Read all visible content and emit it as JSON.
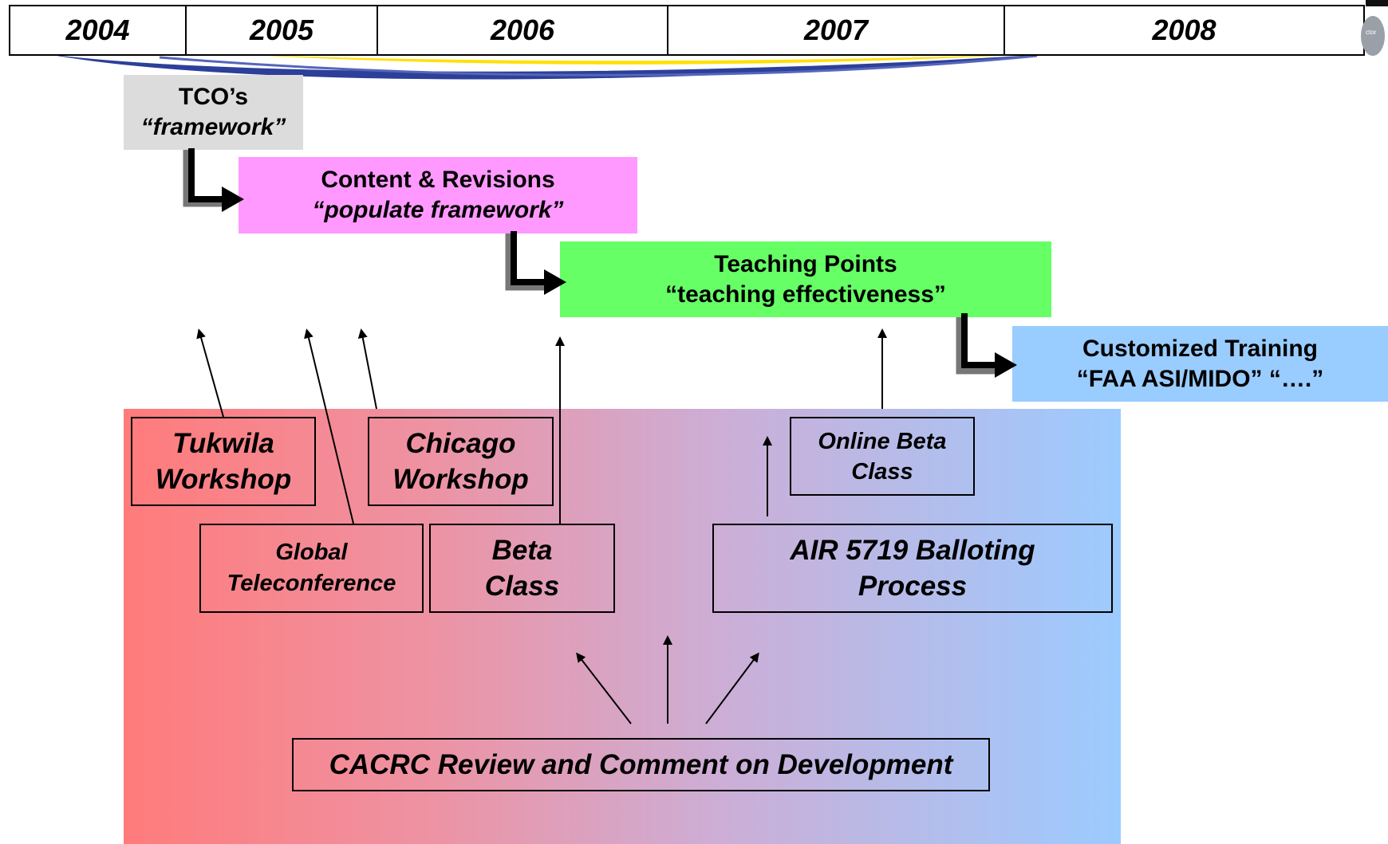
{
  "timeline": {
    "years": [
      "2004",
      "2005",
      "2006",
      "2007",
      "2008"
    ]
  },
  "phases": {
    "tco": {
      "line1": "TCO’s",
      "line2": "“framework”",
      "color": "#dcdcdc"
    },
    "content": {
      "line1": "Content & Revisions",
      "line2": "“populate framework”",
      "color": "#ff99ff"
    },
    "teaching": {
      "line1": "Teaching Points",
      "line2": "“teaching effectiveness”",
      "color": "#66ff66"
    },
    "customized": {
      "line1": "Customized Training",
      "line2": "“FAA ASI/MIDO” “….”",
      "color": "#99ccff"
    }
  },
  "inputs": {
    "tukwila": {
      "line1": "Tukwila",
      "line2": "Workshop"
    },
    "chicago": {
      "line1": "Chicago",
      "line2": "Workshop"
    },
    "global": {
      "line1": "Global",
      "line2": "Teleconference"
    },
    "beta": {
      "line1": "Beta",
      "line2": "Class"
    },
    "online_beta": {
      "line1": "Online Beta",
      "line2": "Class"
    },
    "air5719": {
      "line1": "AIR 5719 Balloting",
      "line2": "Process"
    },
    "cacrc": {
      "line1": "CACRC Review and Comment on Development"
    }
  }
}
